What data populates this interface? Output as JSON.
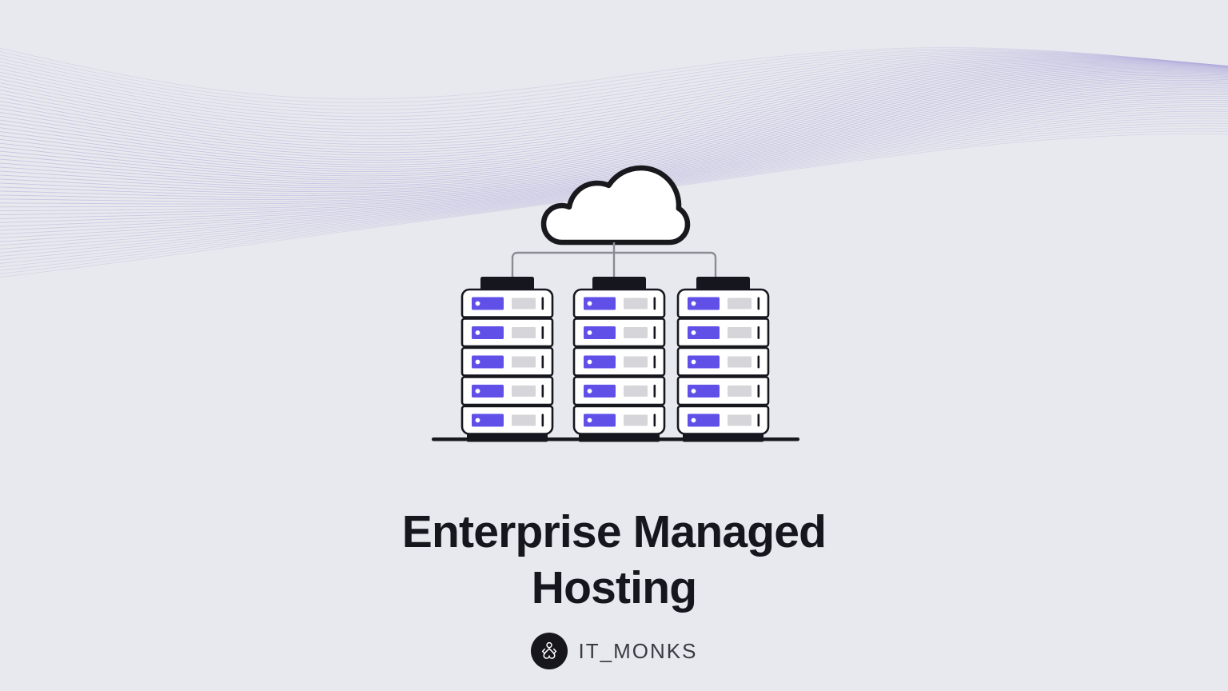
{
  "banner": {
    "background_color": "#e8e9ee",
    "accent_color": "#6050e8",
    "ink_color": "#16161f",
    "wave_color": "#b0abdc"
  },
  "headline": {
    "full_text": "Enterprise Managed Hosting",
    "line1": "Enterprise Managed",
    "line2": "Hosting"
  },
  "illustration": {
    "name": "cloud-server-racks",
    "cloud_label": "cloud",
    "connector_label": "connector-lines",
    "ground_label": "ground-line",
    "rack_count": 3,
    "units_per_rack": 5,
    "racks": [
      {
        "name": "rack-left",
        "units": [
          1,
          2,
          3,
          4,
          5
        ]
      },
      {
        "name": "rack-center",
        "units": [
          1,
          2,
          3,
          4,
          5
        ]
      },
      {
        "name": "rack-right",
        "units": [
          1,
          2,
          3,
          4,
          5
        ]
      }
    ]
  },
  "footer": {
    "brand_name": "IT_MONKS",
    "logo_icon": "monk-code-brackets-icon"
  }
}
